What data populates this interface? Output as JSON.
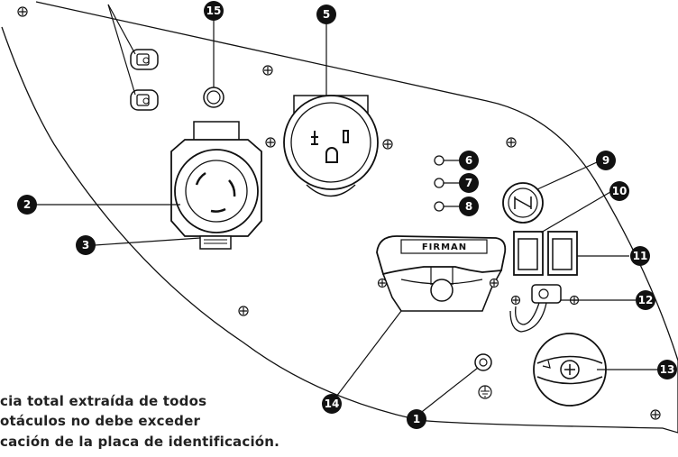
{
  "brand_label": "FIRMAN",
  "callouts": [
    {
      "id": "1",
      "label": "1"
    },
    {
      "id": "2",
      "label": "2"
    },
    {
      "id": "3",
      "label": "3"
    },
    {
      "id": "5",
      "label": "5"
    },
    {
      "id": "6",
      "label": "6"
    },
    {
      "id": "7",
      "label": "7"
    },
    {
      "id": "8",
      "label": "8"
    },
    {
      "id": "9",
      "label": "9"
    },
    {
      "id": "10",
      "label": "10"
    },
    {
      "id": "11",
      "label": "11"
    },
    {
      "id": "12",
      "label": "12"
    },
    {
      "id": "13",
      "label": "13"
    },
    {
      "id": "14",
      "label": "14"
    },
    {
      "id": "15",
      "label": "15"
    }
  ],
  "caption_lines": [
    "cia total extraída de todos",
    "otáculos no debe exceder",
    "cación de la placa de identificación."
  ],
  "colors": {
    "line": "#111111",
    "marker": "#111111",
    "marker_text": "#ffffff"
  }
}
